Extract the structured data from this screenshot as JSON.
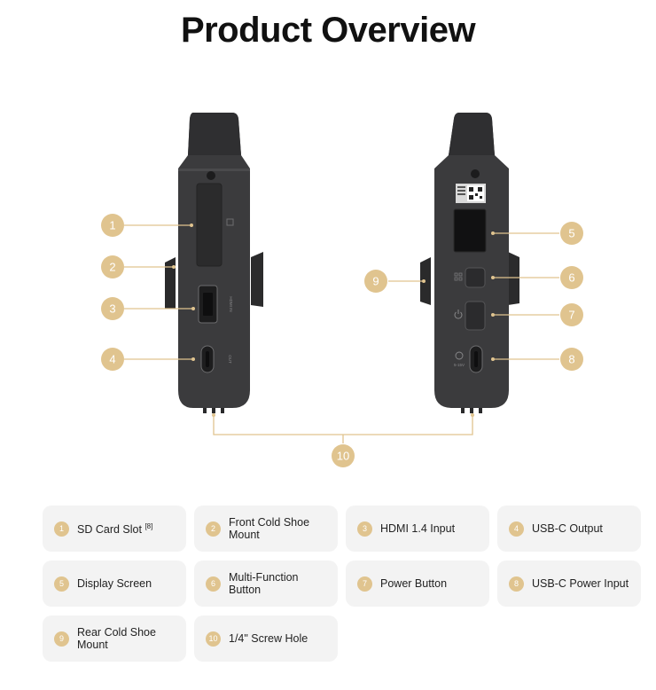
{
  "page": {
    "title": "Product Overview"
  },
  "callouts": [
    "1",
    "2",
    "3",
    "4",
    "5",
    "6",
    "7",
    "8",
    "9",
    "10"
  ],
  "device_marks": {
    "hdmi_in": "HDMI IN",
    "usb_out": "OUT",
    "power_voltage": "5-15V"
  },
  "features": [
    {
      "num": "1",
      "label": "SD Card Slot",
      "sup": "[8]"
    },
    {
      "num": "2",
      "label": "Front Cold Shoe Mount"
    },
    {
      "num": "3",
      "label": "HDMI 1.4 Input"
    },
    {
      "num": "4",
      "label": "USB-C Output"
    },
    {
      "num": "5",
      "label": "Display Screen"
    },
    {
      "num": "6",
      "label": "Multi-Function Button"
    },
    {
      "num": "7",
      "label": "Power Button"
    },
    {
      "num": "8",
      "label": "USB-C Power Input"
    },
    {
      "num": "9",
      "label": "Rear Cold Shoe Mount"
    },
    {
      "num": "10",
      "label": "1/4\" Screw Hole"
    }
  ],
  "colors": {
    "accent": "#e0c48f",
    "device": "#3b3b3d",
    "card_bg": "#f3f3f3"
  }
}
